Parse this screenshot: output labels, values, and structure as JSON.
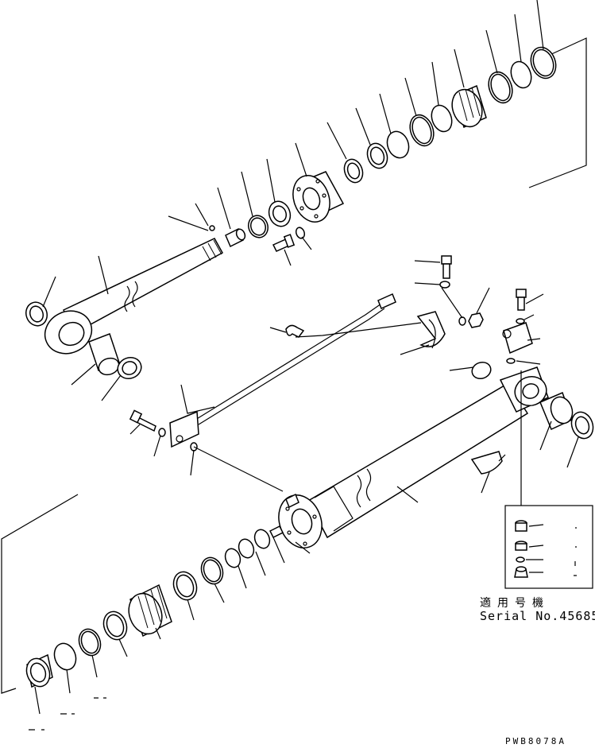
{
  "applicability_note": "適用号機",
  "serial_note": "Serial No.45685~",
  "drawing_code": "PWB8078A"
}
